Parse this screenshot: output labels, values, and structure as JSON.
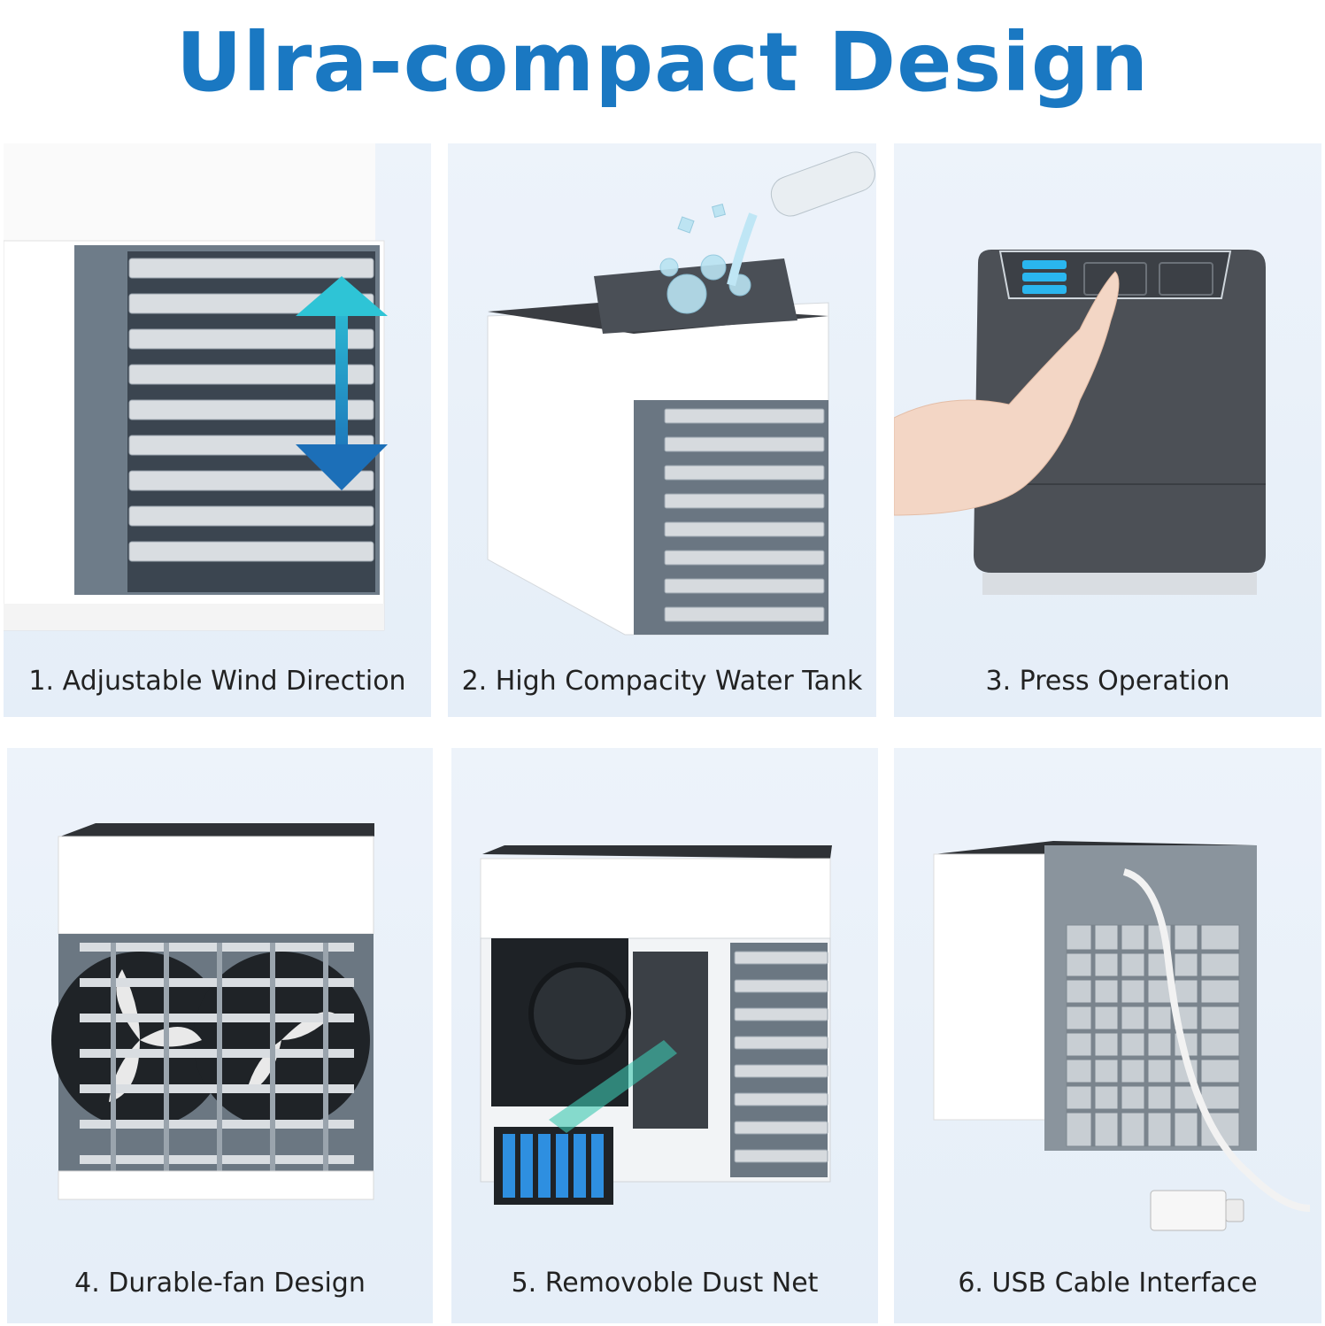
{
  "title": "Ulra-compact Design",
  "features": [
    {
      "caption": "1. Adjustable Wind Direction",
      "icon": "cooler-louvers-arrow"
    },
    {
      "caption": "2. High Compacity Water Tank",
      "icon": "water-tank-ice"
    },
    {
      "caption": "3. Press Operation",
      "icon": "touch-panel-finger"
    },
    {
      "caption": "4. Durable-fan Design",
      "icon": "fan-grille"
    },
    {
      "caption": "5. Removoble Dust Net",
      "icon": "dust-filter"
    },
    {
      "caption": "6. USB Cable Interface",
      "icon": "usb-cable"
    }
  ],
  "colors": {
    "title": "#1a78c2",
    "card_bg": "#e8f0f9",
    "accent": "#2aa8d8"
  }
}
